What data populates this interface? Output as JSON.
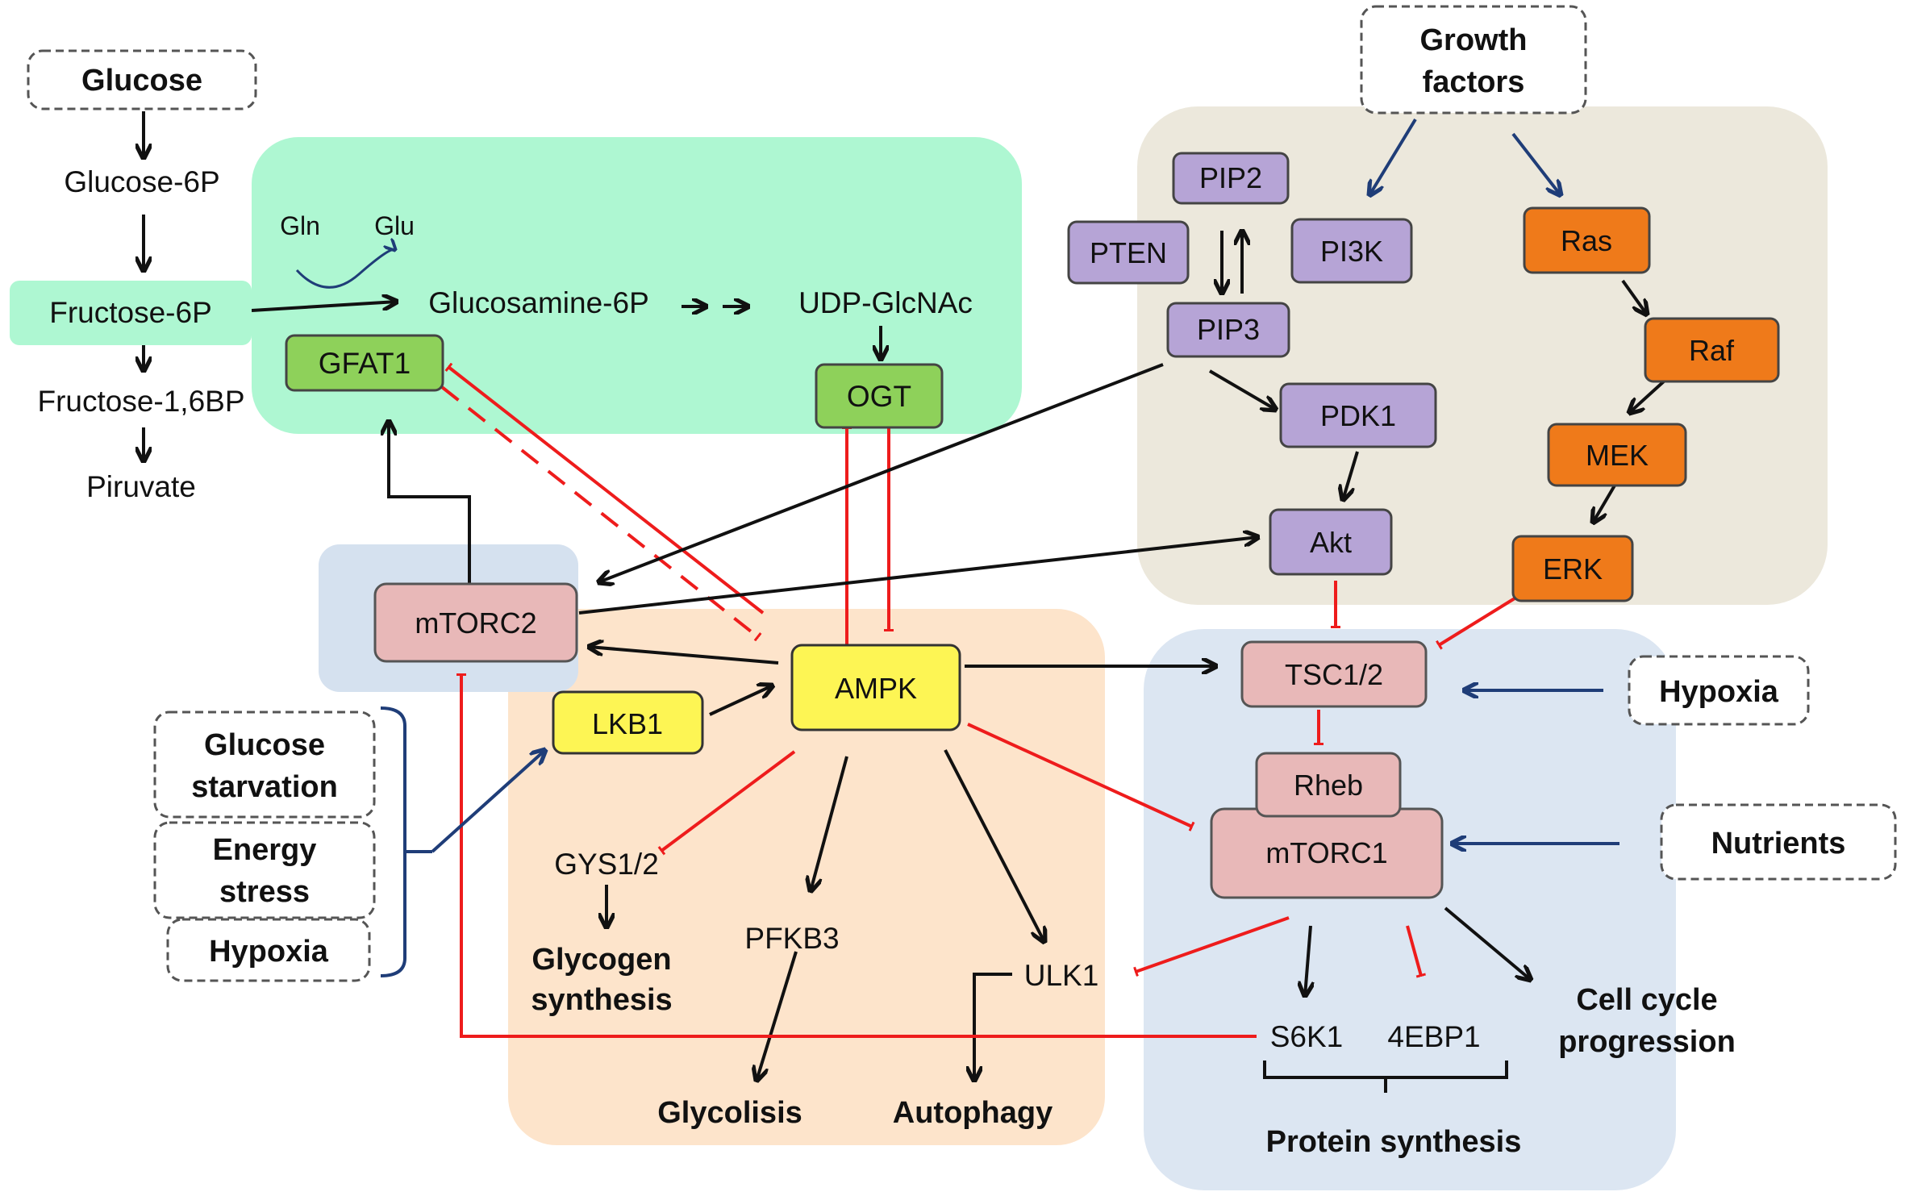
{
  "colors": {
    "hexosamine_region": "#aef7d2",
    "growth_region": "#ece8dc",
    "mtorc1_region": "#dce6f2",
    "ampk_region": "#fde4cb",
    "mtorc2_region": "#d5e1ef",
    "node_green": "#8ed15a",
    "node_lilac": "#b6a4d6",
    "node_orange": "#ef7a1a",
    "node_pink": "#e8b8b8",
    "node_yellow": "#fdf554",
    "activation": "#111111",
    "inhibition": "#ee1c1c",
    "external": "#1f3d78"
  },
  "stimuli": {
    "glucose": "Glucose",
    "growth_factors_line1": "Growth",
    "growth_factors_line2": "factors",
    "hypoxia_right": "Hypoxia",
    "nutrients": "Nutrients",
    "glucose_starvation_line1": "Glucose",
    "glucose_starvation_line2": "starvation",
    "energy_stress_line1": "Energy",
    "energy_stress_line2": "stress",
    "hypoxia_left": "Hypoxia"
  },
  "glycolysis_path": {
    "glucose6p": "Glucose-6P",
    "fructose6p": "Fructose-6P",
    "fructose16bp": "Fructose-1,6BP",
    "piruvate": "Piruvate"
  },
  "hexosamine_path": {
    "gln": "Gln",
    "glu": "Glu",
    "glucosamine6p": "Glucosamine-6P",
    "udp_glcnac": "UDP-GlcNAc",
    "gfat1": "GFAT1",
    "ogt": "OGT"
  },
  "growth_signaling": {
    "pip2": "PIP2",
    "pten": "PTEN",
    "pi3k": "PI3K",
    "pip3": "PIP3",
    "pdk1": "PDK1",
    "akt": "Akt",
    "ras": "Ras",
    "raf": "Raf",
    "mek": "MEK",
    "erk": "ERK"
  },
  "mtor_hub": {
    "mtorc2": "mTORC2",
    "tsc12": "TSC1/2",
    "rheb": "Rheb",
    "mtorc1": "mTORC1"
  },
  "ampk_hub": {
    "ampk": "AMPK",
    "lkb1": "LKB1"
  },
  "outputs": {
    "gys12": "GYS1/2",
    "glycogen_line1": "Glycogen",
    "glycogen_line2": "synthesis",
    "pfkb3": "PFKB3",
    "glycolisis": "Glycolisis",
    "ulk1": "ULK1",
    "autophagy": "Autophagy",
    "s6k1": "S6K1",
    "ebp1": "4EBP1",
    "protein_synthesis": "Protein synthesis",
    "cell_cycle_line1": "Cell cycle",
    "cell_cycle_line2": "progression"
  }
}
